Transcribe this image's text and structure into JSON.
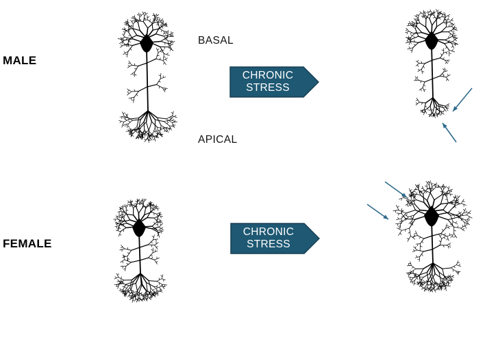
{
  "rows": {
    "male": "MALE",
    "female": "FEMALE"
  },
  "regions": {
    "basal": "BASAL",
    "apical": "APICAL"
  },
  "treatment": {
    "line1": "CHRONIC",
    "line2": "STRESS"
  },
  "colors": {
    "arrow_fill": "#1e5873",
    "arrow_border": "#183f52",
    "pointer": "#2f6b8c",
    "neuron": "#000000"
  },
  "neurons": [
    {
      "group": "male",
      "condition": "control"
    },
    {
      "group": "male",
      "condition": "chronic-stress",
      "effect": "reduced apical dendrites"
    },
    {
      "group": "female",
      "condition": "control"
    },
    {
      "group": "female",
      "condition": "chronic-stress",
      "effect": "expanded basal dendrites"
    }
  ]
}
